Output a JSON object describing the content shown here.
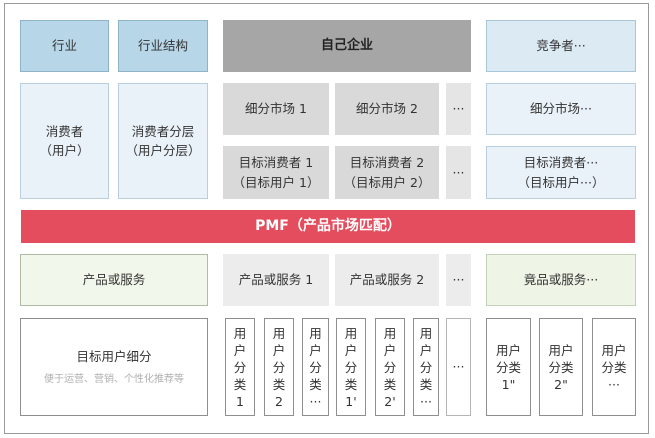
{
  "row1": {
    "industry": "行业",
    "industry_structure": "行业结构",
    "own_company": "自己企业",
    "competitor": "竞争者···"
  },
  "row2": {
    "consumer": "消费者\n（用户）",
    "consumer_tiers": "消费者分层\n（用户分层）",
    "segment1": "细分市场 1",
    "segment2": "细分市场 2",
    "dots": "···",
    "competitor_segment": "细分市场···"
  },
  "row3": {
    "target1": "目标消费者 1\n（目标用户 1）",
    "target2": "目标消费者 2\n（目标用户 2）",
    "dots": "···",
    "competitor_target": "目标消费者···\n（目标用户···）"
  },
  "pmf": "PMF（产品市场匹配）",
  "row4": {
    "product": "产品或服务",
    "product1": "产品或服务 1",
    "product2": "产品或服务 2",
    "dots": "···",
    "competitor_product": "竟品或服务···"
  },
  "row5": {
    "segmentation_title": "目标用户细分",
    "segmentation_sub": "便于运营、营销、个性化推荐等",
    "cat_1": "用\n户\n分\n类\n1",
    "cat_2": "用\n户\n分\n类\n2",
    "cat_dots": "用\n户\n分\n类\n···",
    "cat_1p": "用\n户\n分\n类\n1'",
    "cat_2p": "用\n户\n分\n类\n2'",
    "cat_dots_p": "用\n户\n分\n类\n···",
    "dots": "···",
    "comp_cat_1": "用户\n分类\n1\"",
    "comp_cat_2": "用户\n分类\n2\"",
    "comp_cat_dots": "用户\n分类\n···"
  }
}
